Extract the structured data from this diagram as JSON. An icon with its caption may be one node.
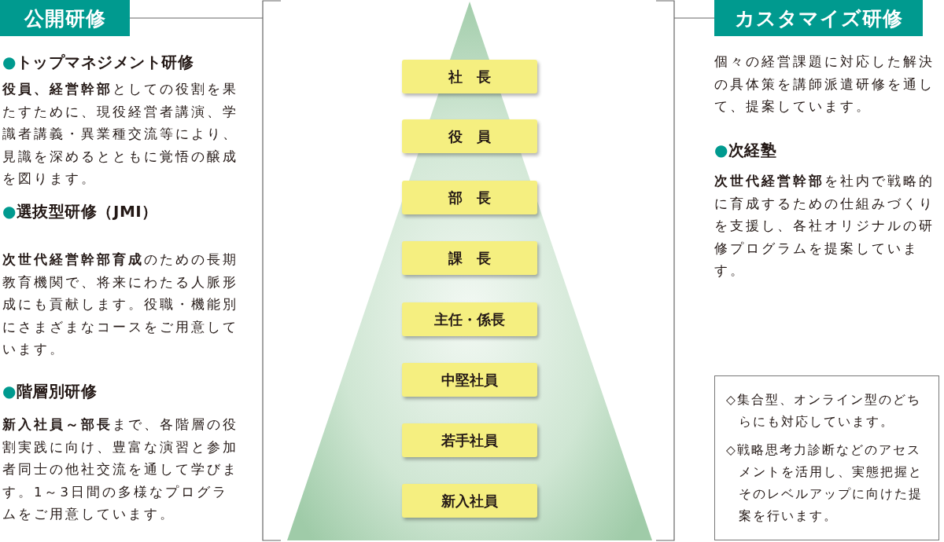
{
  "diagram": {
    "nodes": [
      {
        "text": [
          "公開研修"
        ]
      },
      {
        "text": [
          "カスタマイズ研修"
        ]
      },
      {
        "text": [
          "社　長"
        ]
      },
      {
        "text": [
          "役　員"
        ]
      },
      {
        "text": [
          "部　長"
        ]
      },
      {
        "text": [
          "課　長"
        ]
      },
      {
        "text": [
          "主任・係長"
        ]
      },
      {
        "text": [
          "中堅社員"
        ]
      },
      {
        "text": [
          "若手社員"
        ]
      },
      {
        "text": [
          "新入社員"
        ]
      },
      {
        "text": [
          "◇集合型、オンライン型のどちらにも対応しています。",
          "◇戦略思考力診断などのアセスメントを活用し、実態把握とそのレベルアップに向けた提案を行います。"
        ]
      }
    ],
    "labels": [
      "●トップマネジメント研修",
      "**役員、経営幹部**としての役割を果たすために、現役経営者講演、学識者講義・異業種交流等により、見識を深めるとともに覚悟の醸成を図ります。",
      "●選抜型研修（JMI）",
      "**次世代経営幹部育成**のための長期教育機関で、将来にわたる人脈形成にも貢献します。役職・機能別にさまざまなコースをご用意しています。",
      "●階層別研修",
      "**新入社員～部長**まで、各階層の役割実践に向け、豊富な演習と参加者同士の他社交流を通して学びます。1～3日間の多様なプログラムをご用意しています。",
      "個々の経営課題に対応した解決の具体策を講師派遣研修を通して、提案しています。",
      "●次経塾",
      "**次世代経営幹部**を社内で戦略的に育成するための仕組みづくりを支援し、各社オリジナルの研修プログラムを提案しています。"
    ]
  }
}
